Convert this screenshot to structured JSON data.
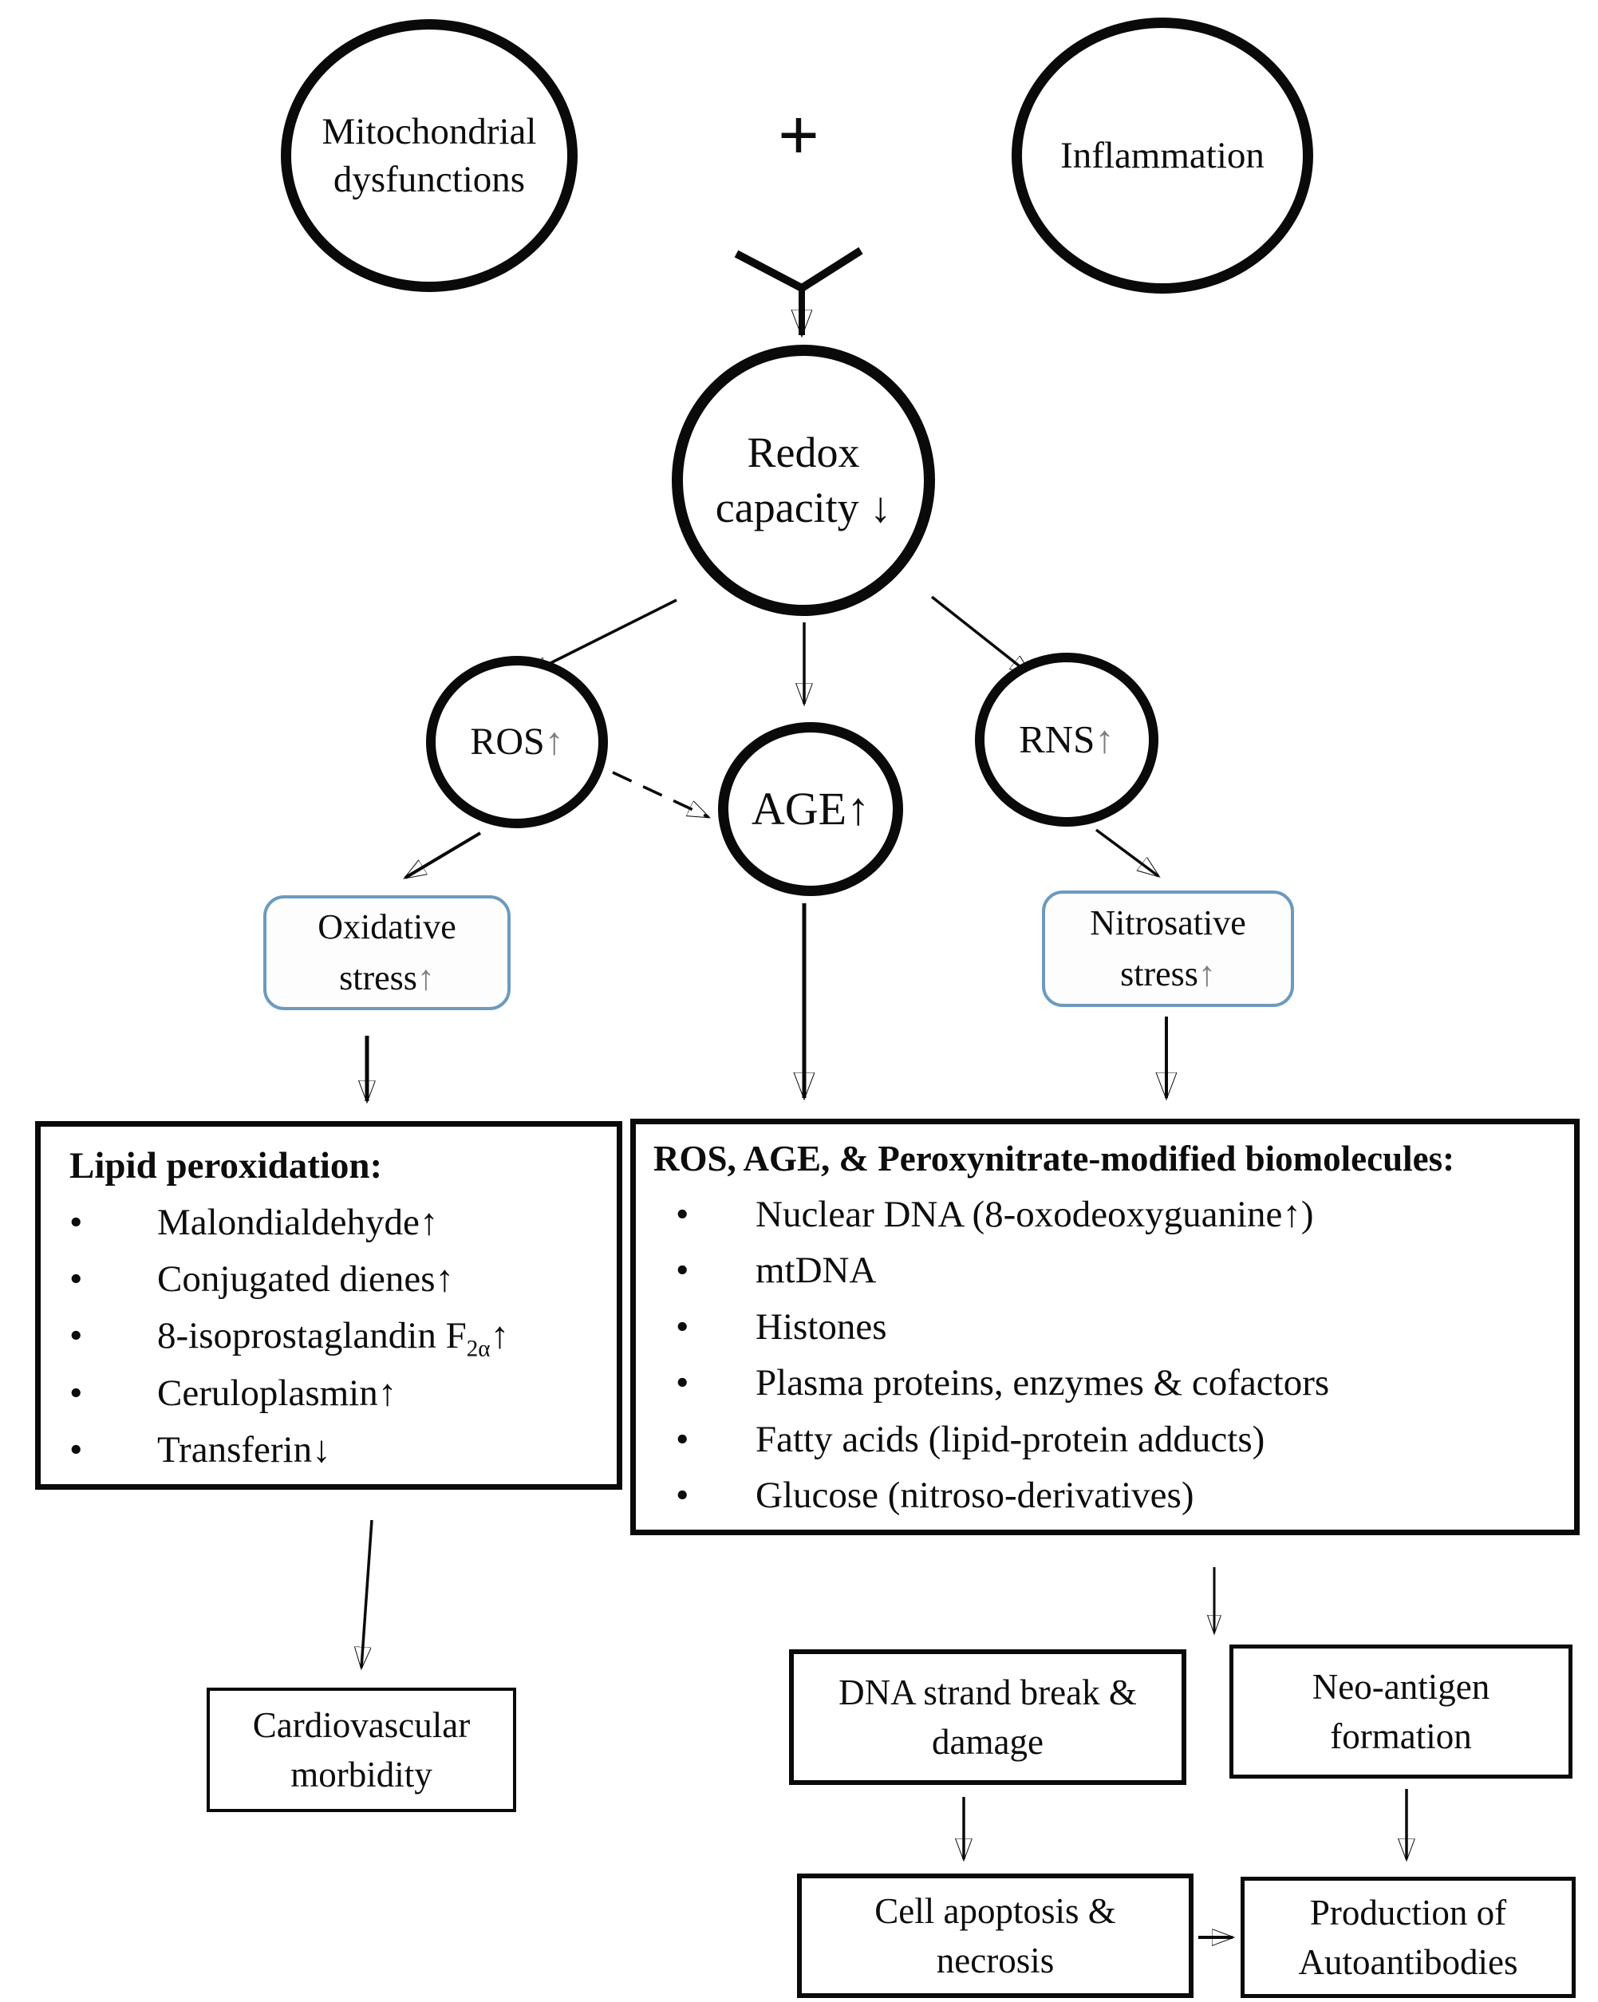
{
  "nodes": {
    "mitochondrial": {
      "line1": "Mitochondrial",
      "line2": "dysfunctions"
    },
    "plus": "+",
    "inflammation": {
      "label": "Inflammation"
    },
    "redox": {
      "line1": "Redox",
      "line2": "capacity ↓"
    },
    "ros": {
      "label": "ROS",
      "arrow": "↑"
    },
    "age": {
      "label": "AGE",
      "arrow": "↑"
    },
    "rns": {
      "label": "RNS",
      "arrow": "↑"
    },
    "oxidative": {
      "line1": "Oxidative",
      "line2": "stress",
      "arrow": "↑"
    },
    "nitrosative": {
      "line1": "Nitrosative",
      "line2": "stress",
      "arrow": "↑"
    },
    "lipid": {
      "title": "Lipid peroxidation:",
      "items": [
        "Malondialdehyde↑",
        "Conjugated dienes↑",
        "8-isoprostaglandin F~2α~↑",
        "Ceruloplasmin↑",
        "Transferin↓"
      ]
    },
    "biomolecules": {
      "title": "ROS, AGE, & Peroxynitrate-modified biomolecules:",
      "items": [
        "Nuclear DNA (8-oxodeoxyguanine↑)",
        "mtDNA",
        "Histones",
        "Plasma proteins, enzymes & cofactors",
        "Fatty acids (lipid-protein adducts)",
        "Glucose (nitroso-derivatives)"
      ]
    },
    "cardiovascular": {
      "line1": "Cardiovascular",
      "line2": "morbidity"
    },
    "dna_break": {
      "line1": "DNA strand break &",
      "line2": "damage"
    },
    "neo_antigen": {
      "line1": "Neo-antigen",
      "line2": "formation"
    },
    "apoptosis": {
      "line1": "Cell apoptosis &",
      "line2": "necrosis"
    },
    "autoantibodies": {
      "line1": "Production of",
      "line2": "Autoantibodies"
    }
  },
  "edges": [
    {
      "from": "mitochondrial-dysfunctions + inflammation",
      "to": "redox-capacity"
    },
    {
      "from": "redox-capacity",
      "to": "ros"
    },
    {
      "from": "redox-capacity",
      "to": "age"
    },
    {
      "from": "redox-capacity",
      "to": "rns"
    },
    {
      "from": "ros",
      "to": "age",
      "style": "dashed"
    },
    {
      "from": "ros",
      "to": "oxidative-stress"
    },
    {
      "from": "rns",
      "to": "nitrosative-stress"
    },
    {
      "from": "oxidative-stress",
      "to": "lipid-peroxidation"
    },
    {
      "from": "age",
      "to": "modified-biomolecules"
    },
    {
      "from": "nitrosative-stress",
      "to": "modified-biomolecules"
    },
    {
      "from": "lipid-peroxidation",
      "to": "cardiovascular-morbidity"
    },
    {
      "from": "modified-biomolecules",
      "to": "dna-strand-break / neo-antigen"
    },
    {
      "from": "dna-strand-break",
      "to": "cell-apoptosis-necrosis"
    },
    {
      "from": "neo-antigen",
      "to": "production-of-autoantibodies"
    },
    {
      "from": "cell-apoptosis-necrosis",
      "to": "production-of-autoantibodies"
    }
  ],
  "colors": {
    "line": "#0a0a0a",
    "stress_box_border": "#6d9abd",
    "grey_text_arrow": "#7d7d7d"
  }
}
